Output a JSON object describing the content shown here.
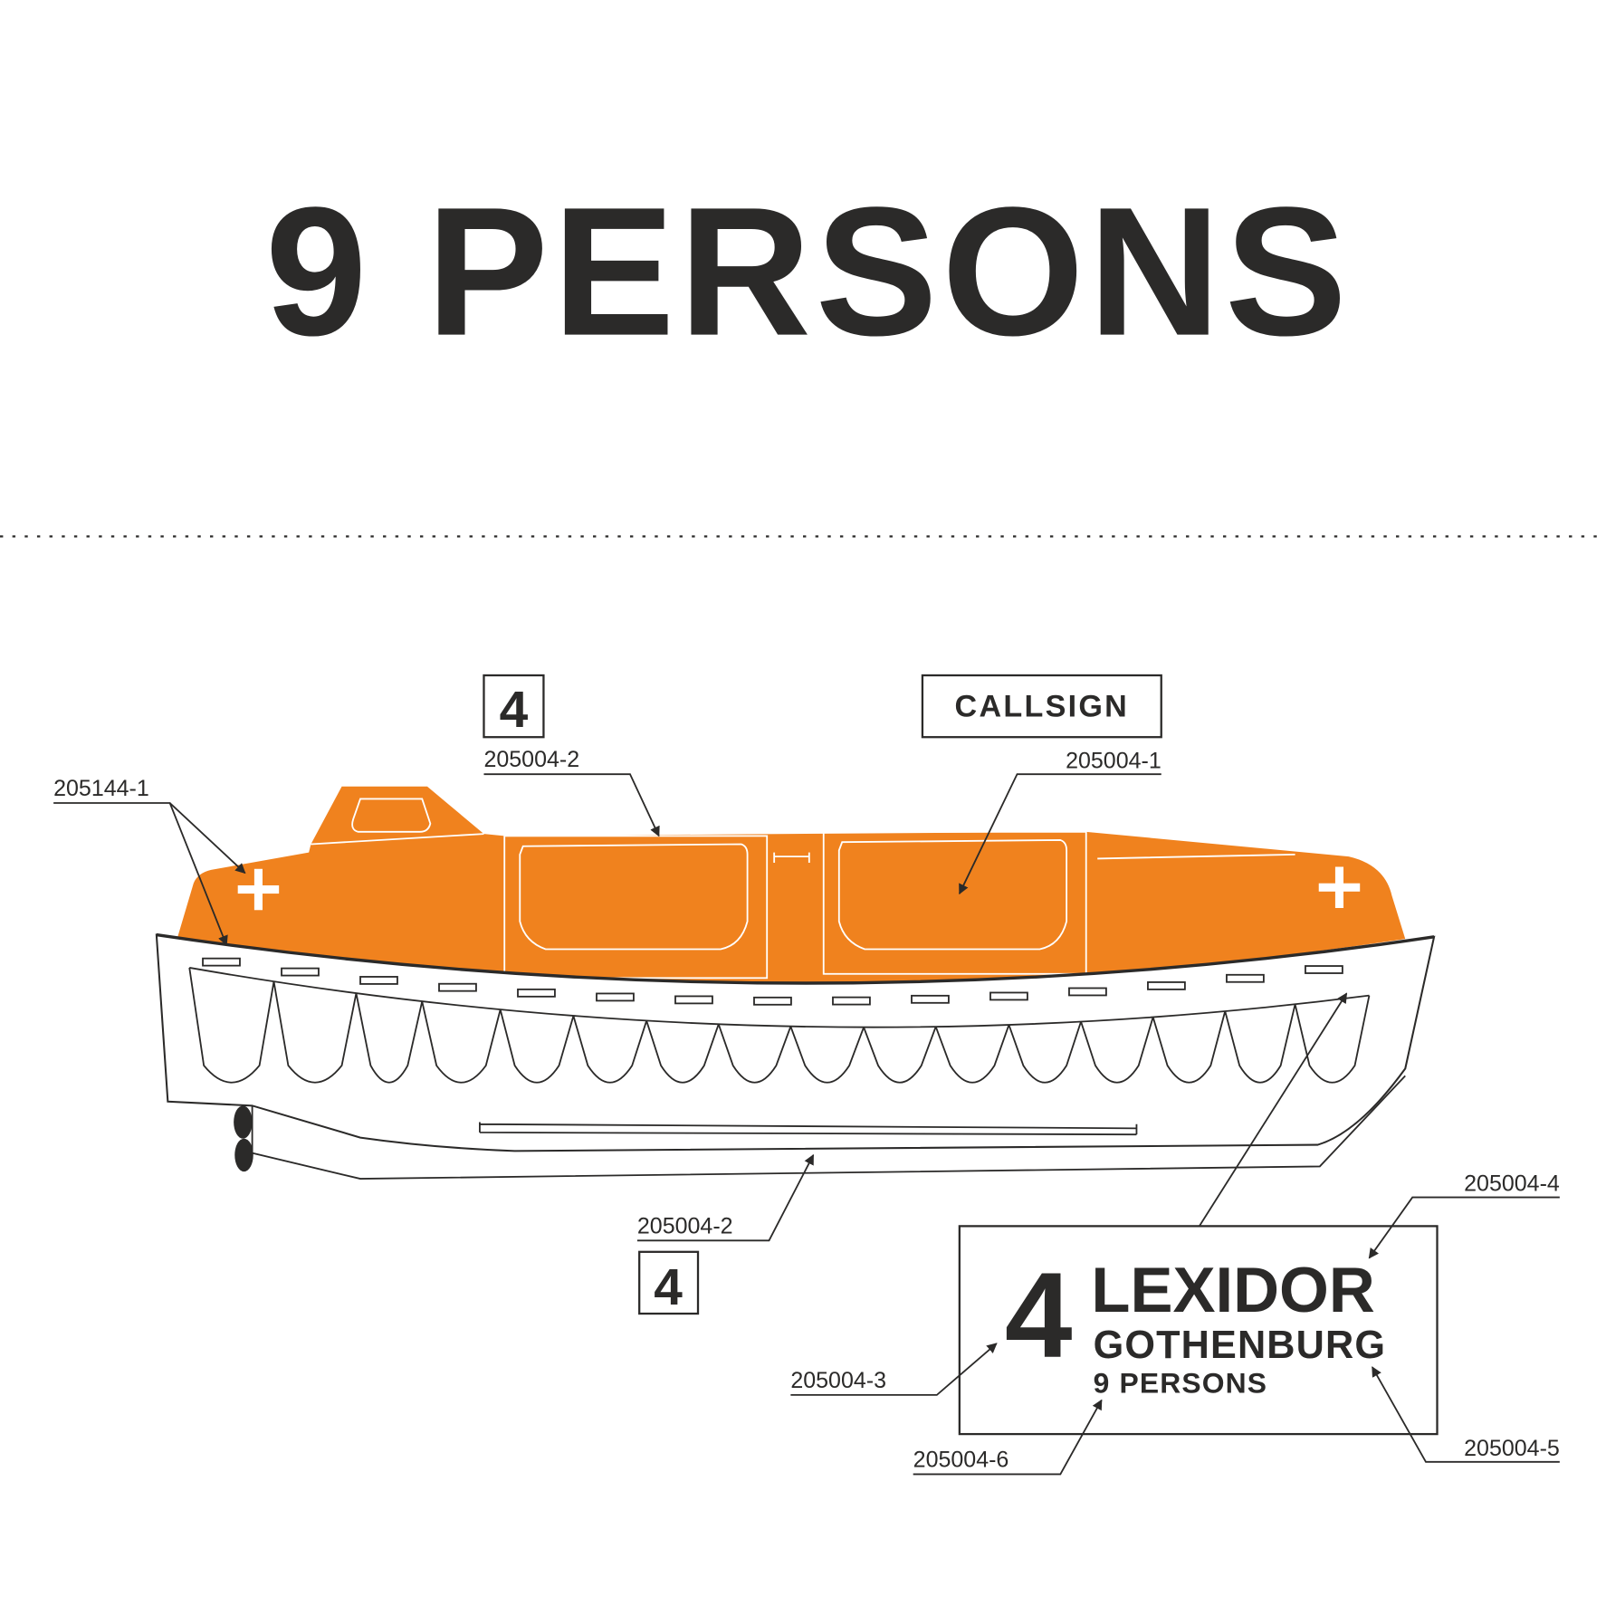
{
  "title": "9 PERSONS",
  "colors": {
    "canopy": "#f0821e",
    "ink": "#2b2a29"
  },
  "markings": {
    "top_number": "4",
    "callsign": "CALLSIGN",
    "bottom_number": "4",
    "plate": {
      "number": "4",
      "name": "LEXIDOR",
      "port": "GOTHENBURG",
      "capacity": "9 PERSONS"
    }
  },
  "callouts": {
    "cross": "205144-1",
    "top_number": "205004-2",
    "callsign": "205004-1",
    "bottom_number": "205004-2",
    "plate_number": "205004-3",
    "plate_name": "205004-4",
    "plate_port": "205004-5",
    "plate_capacity": "205004-6"
  }
}
